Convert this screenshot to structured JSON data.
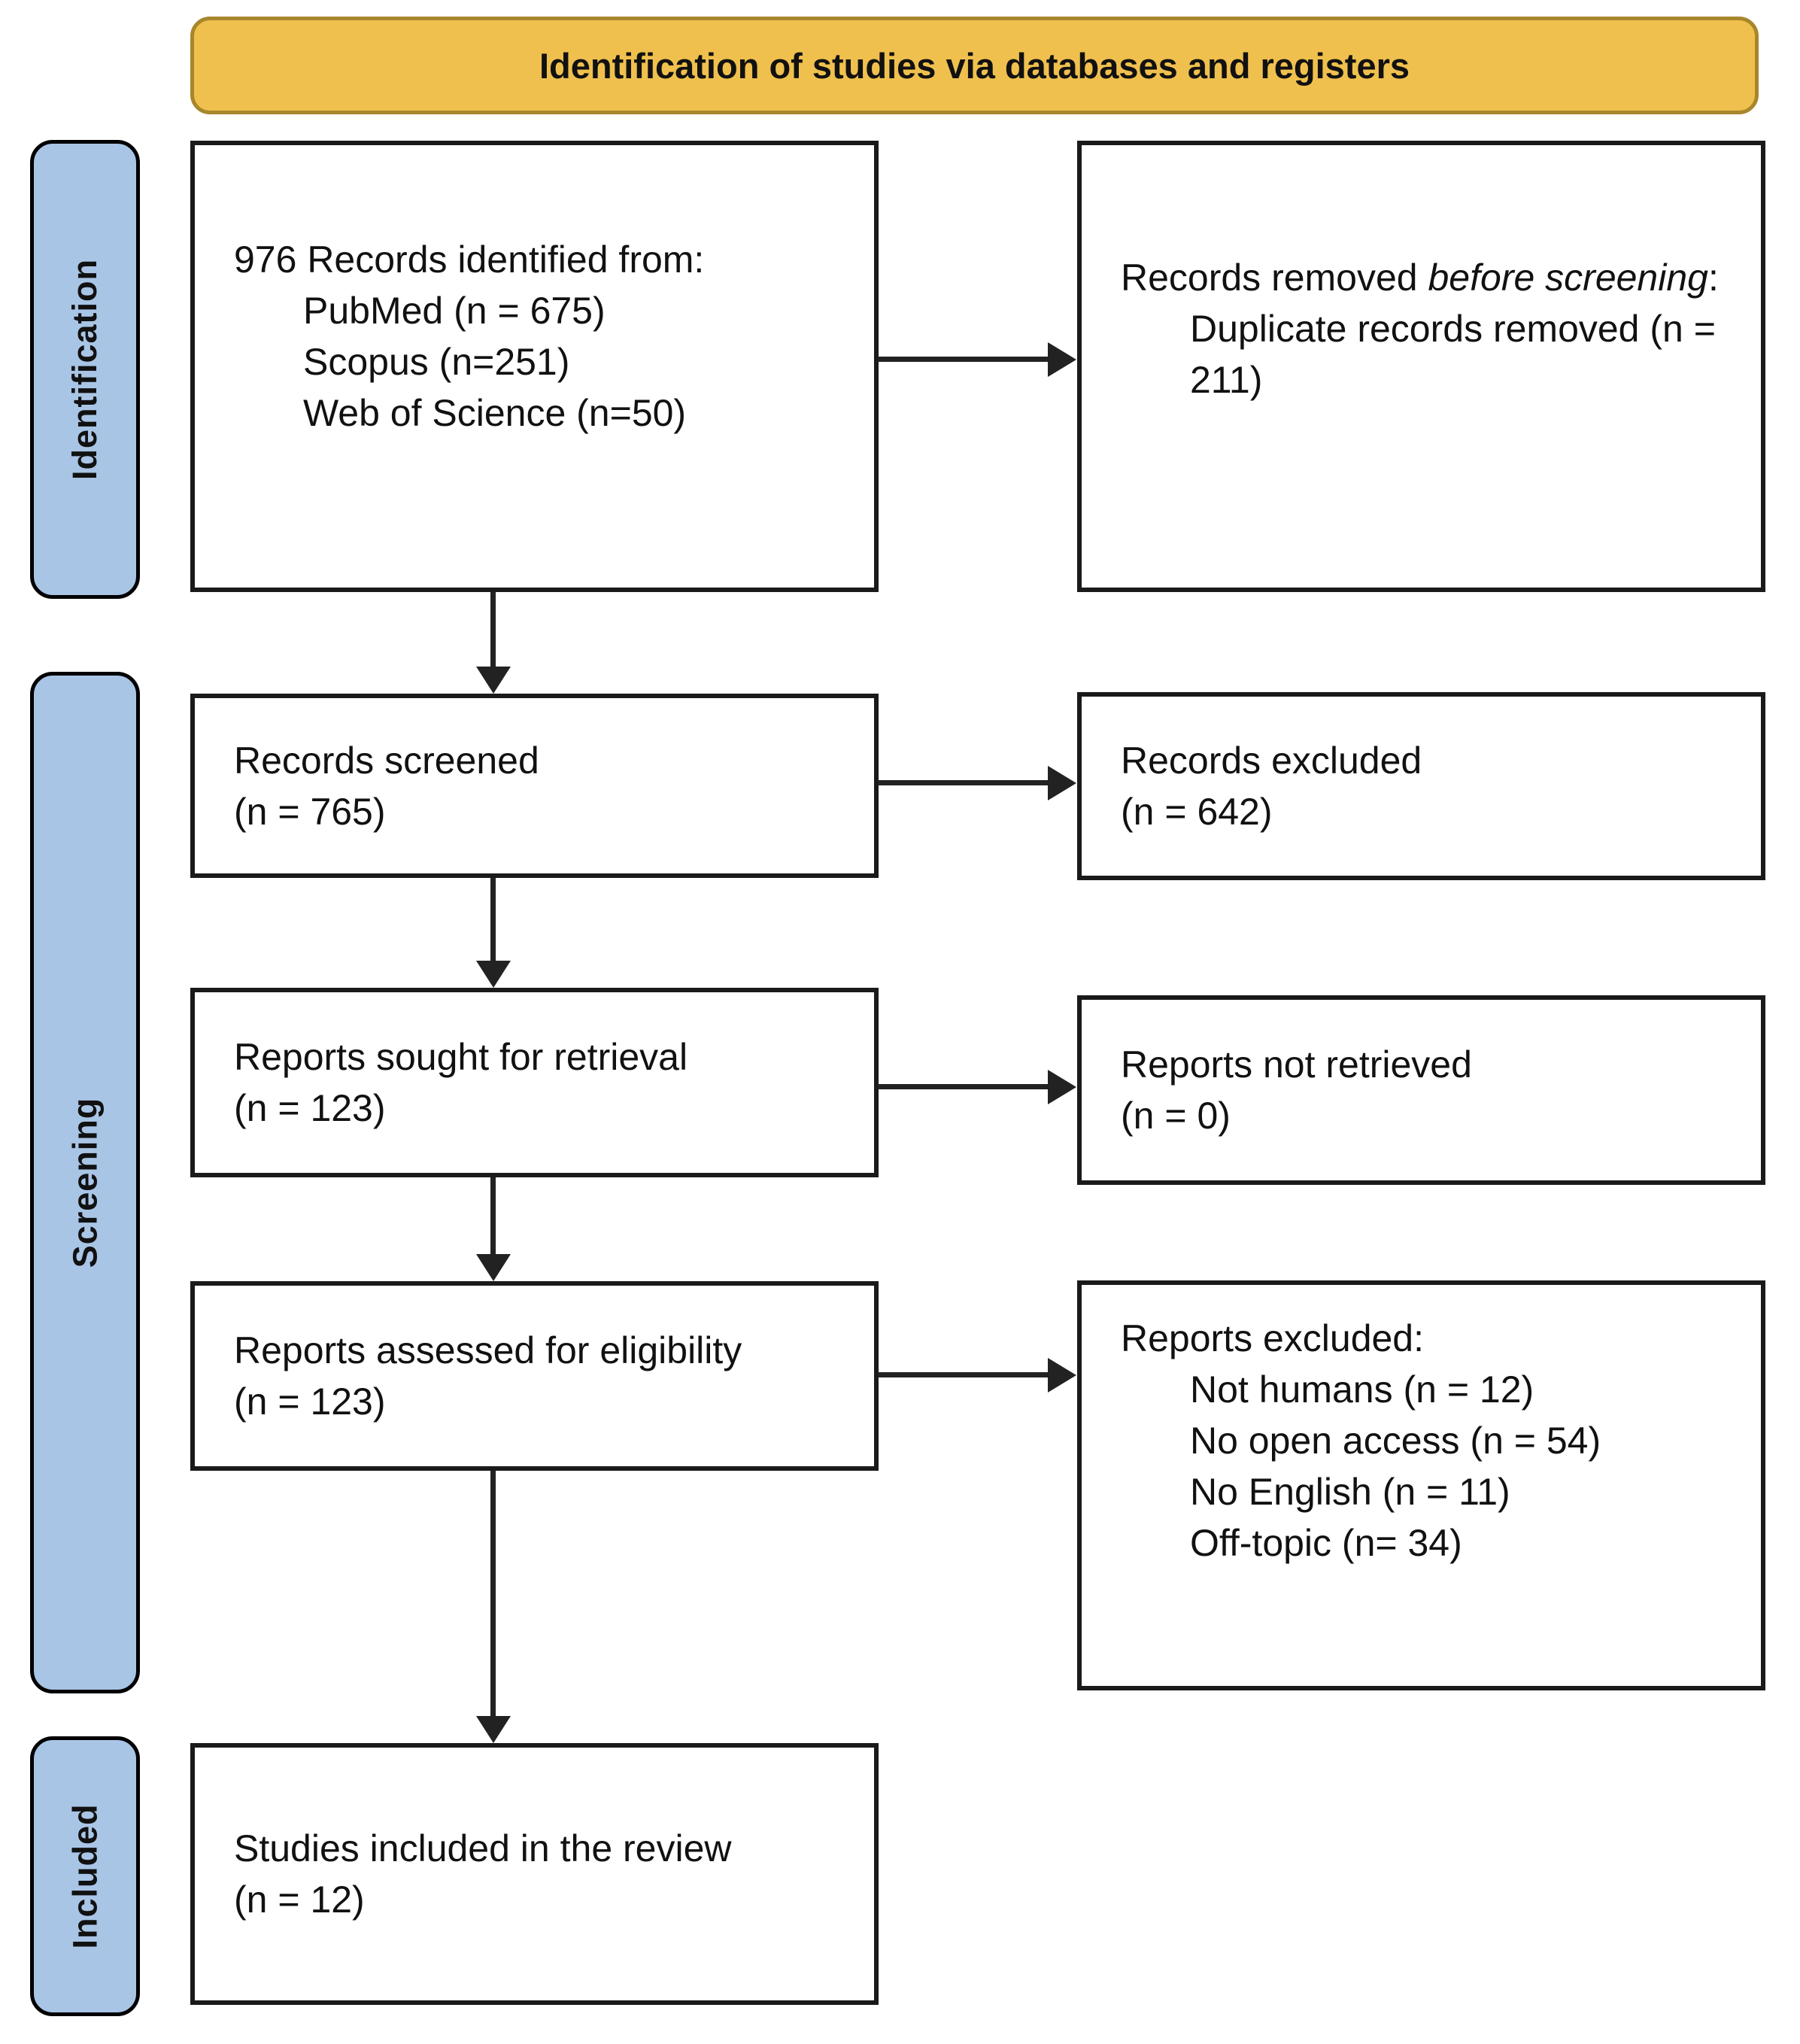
{
  "banner": {
    "title": "Identification of studies via databases and registers"
  },
  "stages": [
    {
      "label": "Identification"
    },
    {
      "label": "Screening"
    },
    {
      "label": "Included"
    }
  ],
  "boxes": {
    "identified": {
      "line1": "976 Records identified from:",
      "items": [
        "PubMed (n = 675)",
        "Scopus (n=251)",
        "Web of Science (n=50)"
      ]
    },
    "removed": {
      "prefix": "Records removed ",
      "italic": "before screening",
      "suffix": ":",
      "items": [
        "Duplicate records removed (n = 211)"
      ]
    },
    "screened": {
      "line1": "Records screened",
      "line2": "(n = 765)"
    },
    "records_excluded": {
      "line1": "Records excluded",
      "line2": "(n = 642)"
    },
    "sought": {
      "line1": "Reports sought for retrieval",
      "line2": "(n = 123)"
    },
    "not_retrieved": {
      "line1": "Reports not retrieved",
      "line2": "(n = 0)"
    },
    "assessed": {
      "line1": "Reports assessed for eligibility",
      "line2": "(n = 123)"
    },
    "reports_excluded": {
      "line1": "Reports excluded:",
      "items": [
        "Not humans (n = 12)",
        "No open access (n = 54)",
        "No English (n = 11)",
        "Off-topic (n= 34)"
      ]
    },
    "included": {
      "line1": "Studies included in the review",
      "line2": "(n = 12)"
    }
  },
  "colors": {
    "banner_fill": "#F0C04E",
    "banner_border": "#A8862C",
    "stage_fill": "#A9C5E6",
    "stage_border": "#000000",
    "box_border": "#1A1A1A",
    "arrow_color": "#222222",
    "text_color": "#111111"
  }
}
